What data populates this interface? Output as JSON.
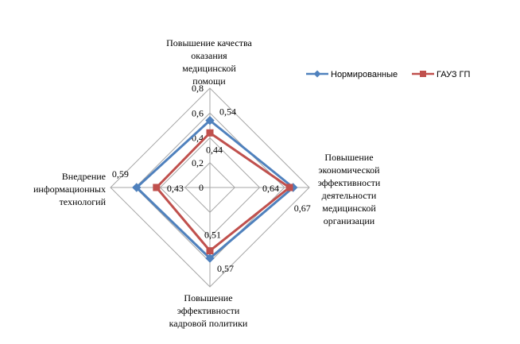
{
  "chart_data": {
    "type": "radar",
    "categories": [
      "Повышение качества\nоказания\nмедицинской\nпомощи",
      "Повышение\nэкономической\nэффективности\nдеятельности\nмедицинской\nорганизации",
      "Повышение\nэффективности\nкадровой политики",
      "Внедрение\nинформационных\nтехнологий"
    ],
    "series": [
      {
        "name": "Нормированные",
        "values": [
          0.54,
          0.67,
          0.57,
          0.59
        ],
        "value_labels": [
          "0,54",
          "0,67",
          "0,57",
          "0,59"
        ],
        "color": "#4F81BD",
        "marker": "diamond"
      },
      {
        "name": "ГАУЗ ГП",
        "values": [
          0.44,
          0.64,
          0.51,
          0.43
        ],
        "value_labels": [
          "0,44",
          "0,64",
          "0,51",
          "0,43"
        ],
        "color": "#C0504D",
        "marker": "square"
      }
    ],
    "axis_ticks": [
      0,
      0.2,
      0.4,
      0.6,
      0.8
    ],
    "axis_tick_labels": [
      "0",
      "0,2",
      "0,4",
      "0,6",
      "0,8"
    ],
    "rlim": [
      0,
      0.8
    ],
    "legend_position": "top-right",
    "grid": true
  }
}
